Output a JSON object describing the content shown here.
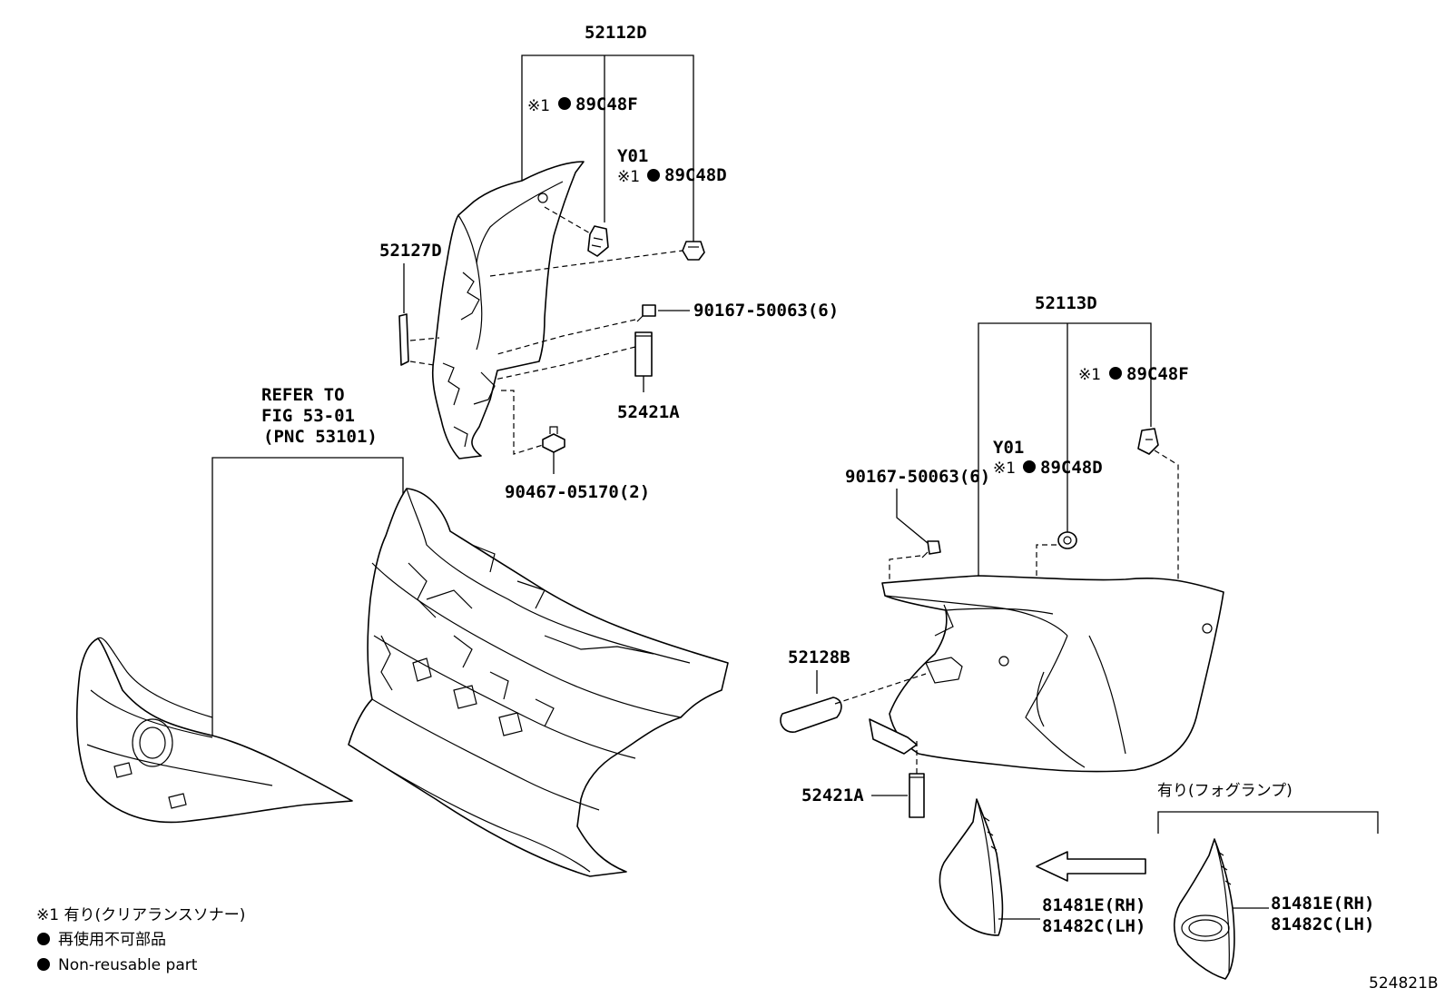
{
  "labels": {
    "p52112D": "52112D",
    "p52127D": "52127D",
    "p89C48F_top": "89C48F",
    "ref_mark": "※1",
    "y01_top": "Y01",
    "p89C48D_top": "89C48D",
    "p90167_top": "90167-50063(6)",
    "p52421A_top": "52421A",
    "p90467": "90467-05170(2)",
    "refer_to": "REFER TO",
    "fig": "FIG 53-01",
    "pnc": "(PNC 53101)",
    "p52113D": "52113D",
    "p89C48F_right": "89C48F",
    "y01_right": "Y01",
    "p89C48D_right": "89C48D",
    "p90167_right": "90167-50063(6)",
    "p52128B": "52128B",
    "p52421A_bottom": "52421A",
    "fog_note": "有り(フォグランプ)",
    "p81481E_a": "81481E(RH)",
    "p81482C_a": "81482C(LH)",
    "p81481E_b": "81481E(RH)",
    "p81482C_b": "81482C(LH)",
    "figure_id": "524821B"
  },
  "legend": {
    "line1": "※1 有り(クリアランスソナー)",
    "line2": "再使用不可部品",
    "line3": "Non-reusable part"
  }
}
